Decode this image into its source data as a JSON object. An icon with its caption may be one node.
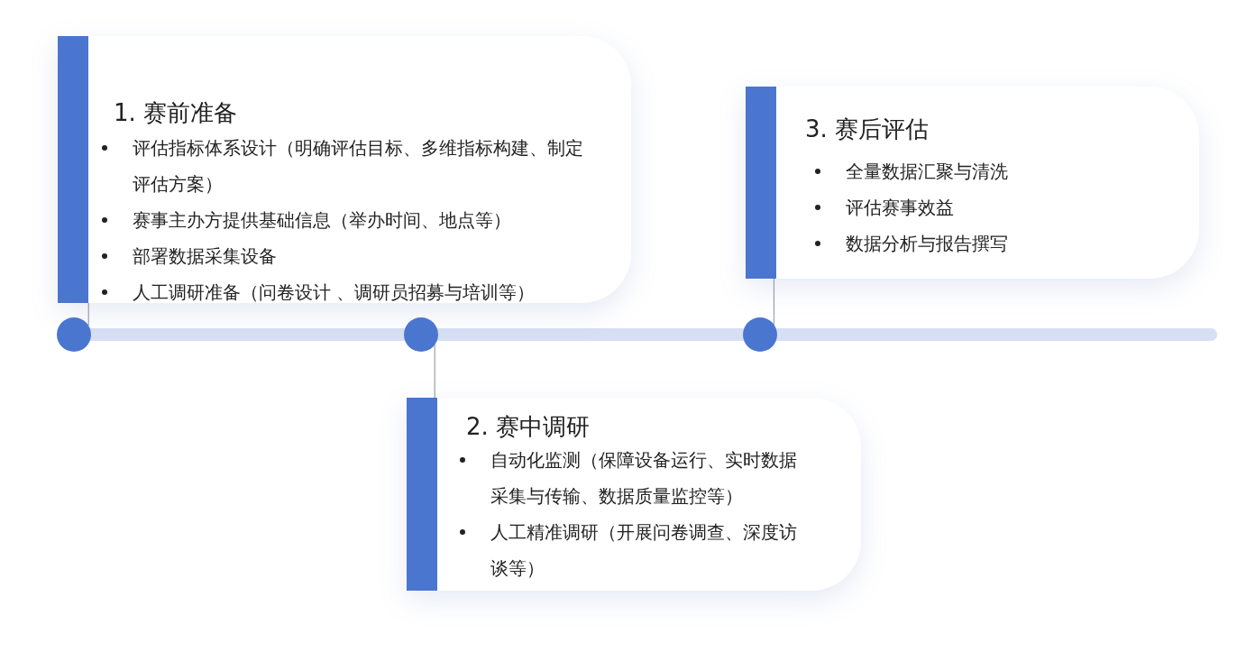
{
  "diagram": {
    "nodes": [
      {
        "text": [
          "1. 赛前准备",
          "评估指标体系设计（明确评估目标、多维指标构建、制定评估方案）",
          "赛事主办方提供基础信息（举办时间、地点等）",
          "部署数据采集设备",
          "人工调研准备（问卷设计 、调研员招募与培训等）"
        ]
      },
      {
        "text": [
          "3. 赛后评估",
          "全量数据汇聚与清洗",
          "评估赛事效益",
          "数据分析与报告撰写"
        ]
      },
      {
        "text": [],
        "shape": "circle"
      },
      {
        "text": [],
        "shape": "circle"
      },
      {
        "text": [],
        "shape": "circle"
      },
      {
        "text": [
          "2. 赛中调研",
          "自动化监测（保障设备运行、实时数据采集与传输、数据质量监控等）",
          "人工精准调研（开展问卷调查、深度访谈等）"
        ]
      }
    ],
    "edges": [
      {
        "from": 0,
        "to": 2,
        "arrow": "none"
      },
      {
        "from": 2,
        "to": 3,
        "arrow": "none",
        "style": "thick",
        "color": "#d6dff3"
      },
      {
        "from": 3,
        "to": 4,
        "arrow": "none",
        "style": "thick",
        "color": "#d6dff3"
      },
      {
        "from": 4,
        "to": null,
        "arrow": "none",
        "style": "thick",
        "color": "#d6dff3"
      },
      {
        "from": 3,
        "to": 5,
        "arrow": "none"
      },
      {
        "from": 1,
        "to": 4,
        "arrow": "none"
      }
    ]
  }
}
